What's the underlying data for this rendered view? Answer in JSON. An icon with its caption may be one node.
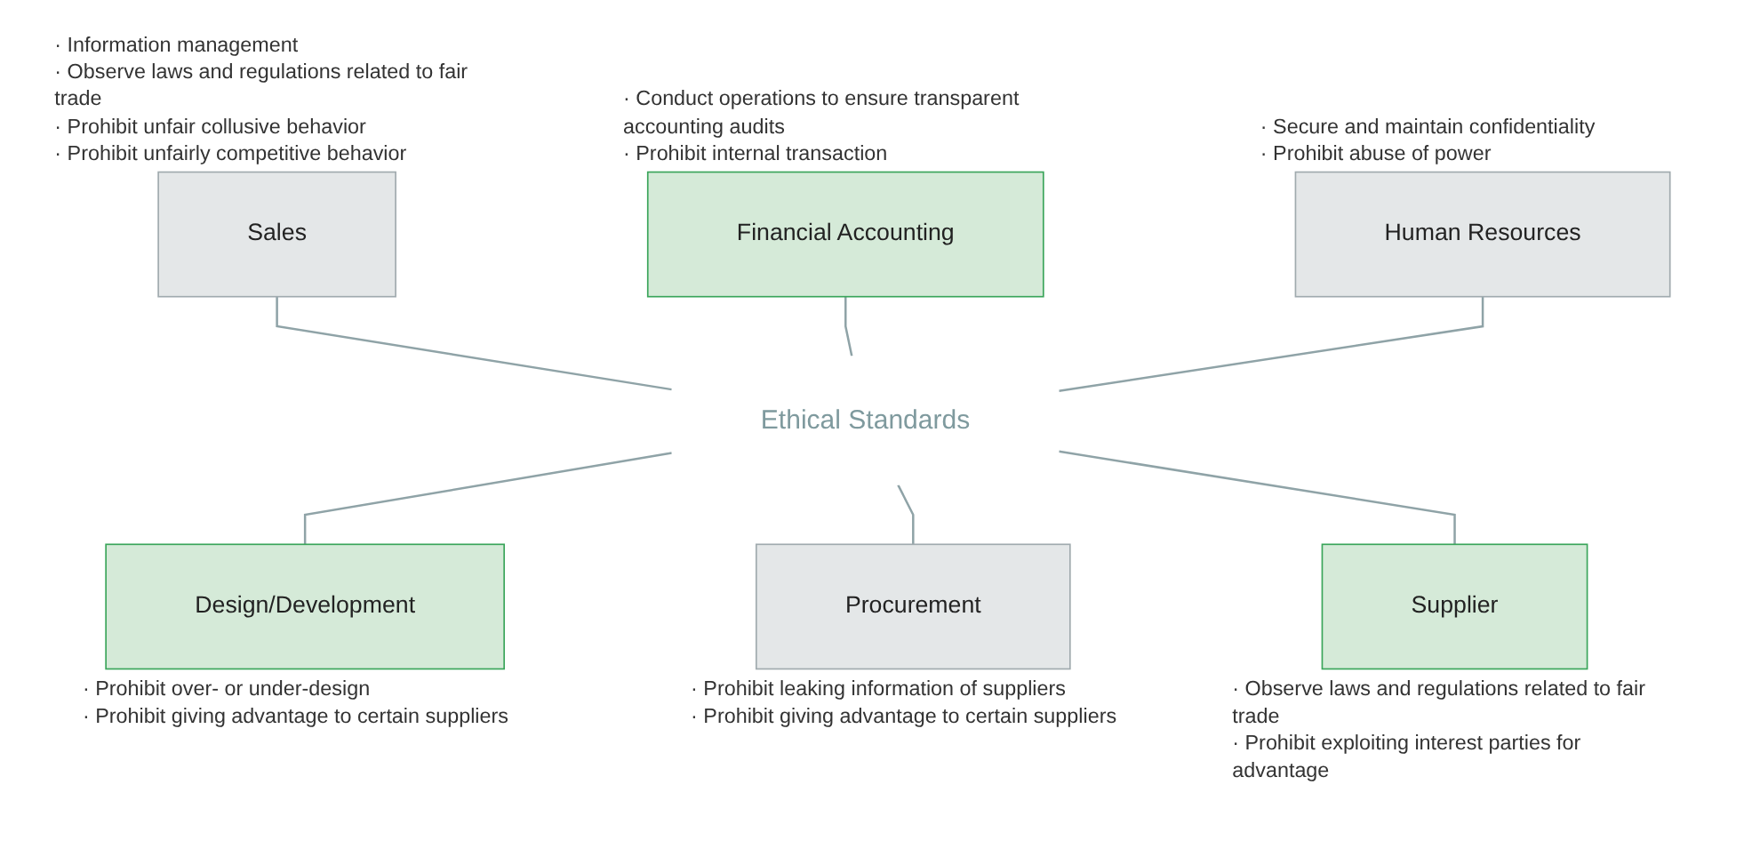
{
  "diagram": {
    "nodes": [
      {
        "text": [
          "Sales"
        ],
        "beside": [
          "· Information management",
          "· Observe laws and regulations related to fair trade",
          "· Prohibit unfair collusive behavior",
          "· Prohibit unfairly competitive behavior"
        ]
      },
      {
        "text": [
          "Financial Accounting"
        ],
        "beside": [
          "· Conduct operations to ensure transparent accounting audits",
          "· Prohibit internal transaction"
        ]
      },
      {
        "text": [
          "Human Resources"
        ],
        "beside": [
          "· Secure and maintain confidentiality",
          "· Prohibit abuse of power"
        ]
      },
      {
        "text": [
          "Ethical Standards"
        ]
      },
      {
        "text": [
          "Design/Development"
        ],
        "beside": [
          "· Prohibit over- or under-design",
          "· Prohibit giving advantage to certain suppliers"
        ]
      },
      {
        "text": [
          "Procurement"
        ],
        "beside": [
          "· Prohibit leaking information of suppliers",
          "· Prohibit giving advantage to certain suppliers"
        ]
      },
      {
        "text": [
          "Supplier"
        ],
        "beside": [
          "· Observe laws and regulations related to fair trade",
          "· Prohibit exploiting interest parties for advantage"
        ]
      }
    ],
    "edges": [
      {
        "from": 0,
        "to": 3,
        "arrow": "none"
      },
      {
        "from": 1,
        "to": 3,
        "arrow": "none"
      },
      {
        "from": 2,
        "to": 3,
        "arrow": "none"
      },
      {
        "from": 3,
        "to": 4,
        "arrow": "none"
      },
      {
        "from": 3,
        "to": 5,
        "arrow": "none"
      },
      {
        "from": 3,
        "to": 6,
        "arrow": "none"
      }
    ]
  }
}
